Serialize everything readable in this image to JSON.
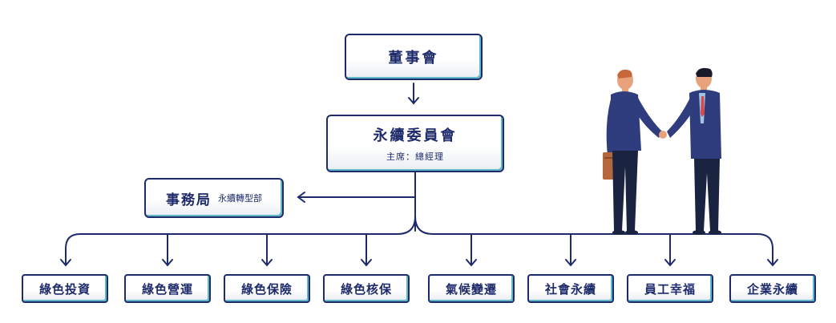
{
  "top": {
    "label": "董事會"
  },
  "committee": {
    "label": "永續委員會",
    "chair": "主席：總經理"
  },
  "office": {
    "label": "事務局",
    "unit": "永續轉型部"
  },
  "groups": [
    {
      "label": "綠色投資"
    },
    {
      "label": "綠色營運"
    },
    {
      "label": "綠色保險"
    },
    {
      "label": "綠色核保"
    },
    {
      "label": "氣候變遷"
    },
    {
      "label": "社會永續"
    },
    {
      "label": "員工幸福"
    },
    {
      "label": "企業永續"
    }
  ],
  "colors": {
    "navy": "#1e2b6b",
    "teal": "#5fb8c7",
    "suit": "#2f3d7e"
  },
  "illustration": {
    "name": "two businessmen shaking hands"
  }
}
